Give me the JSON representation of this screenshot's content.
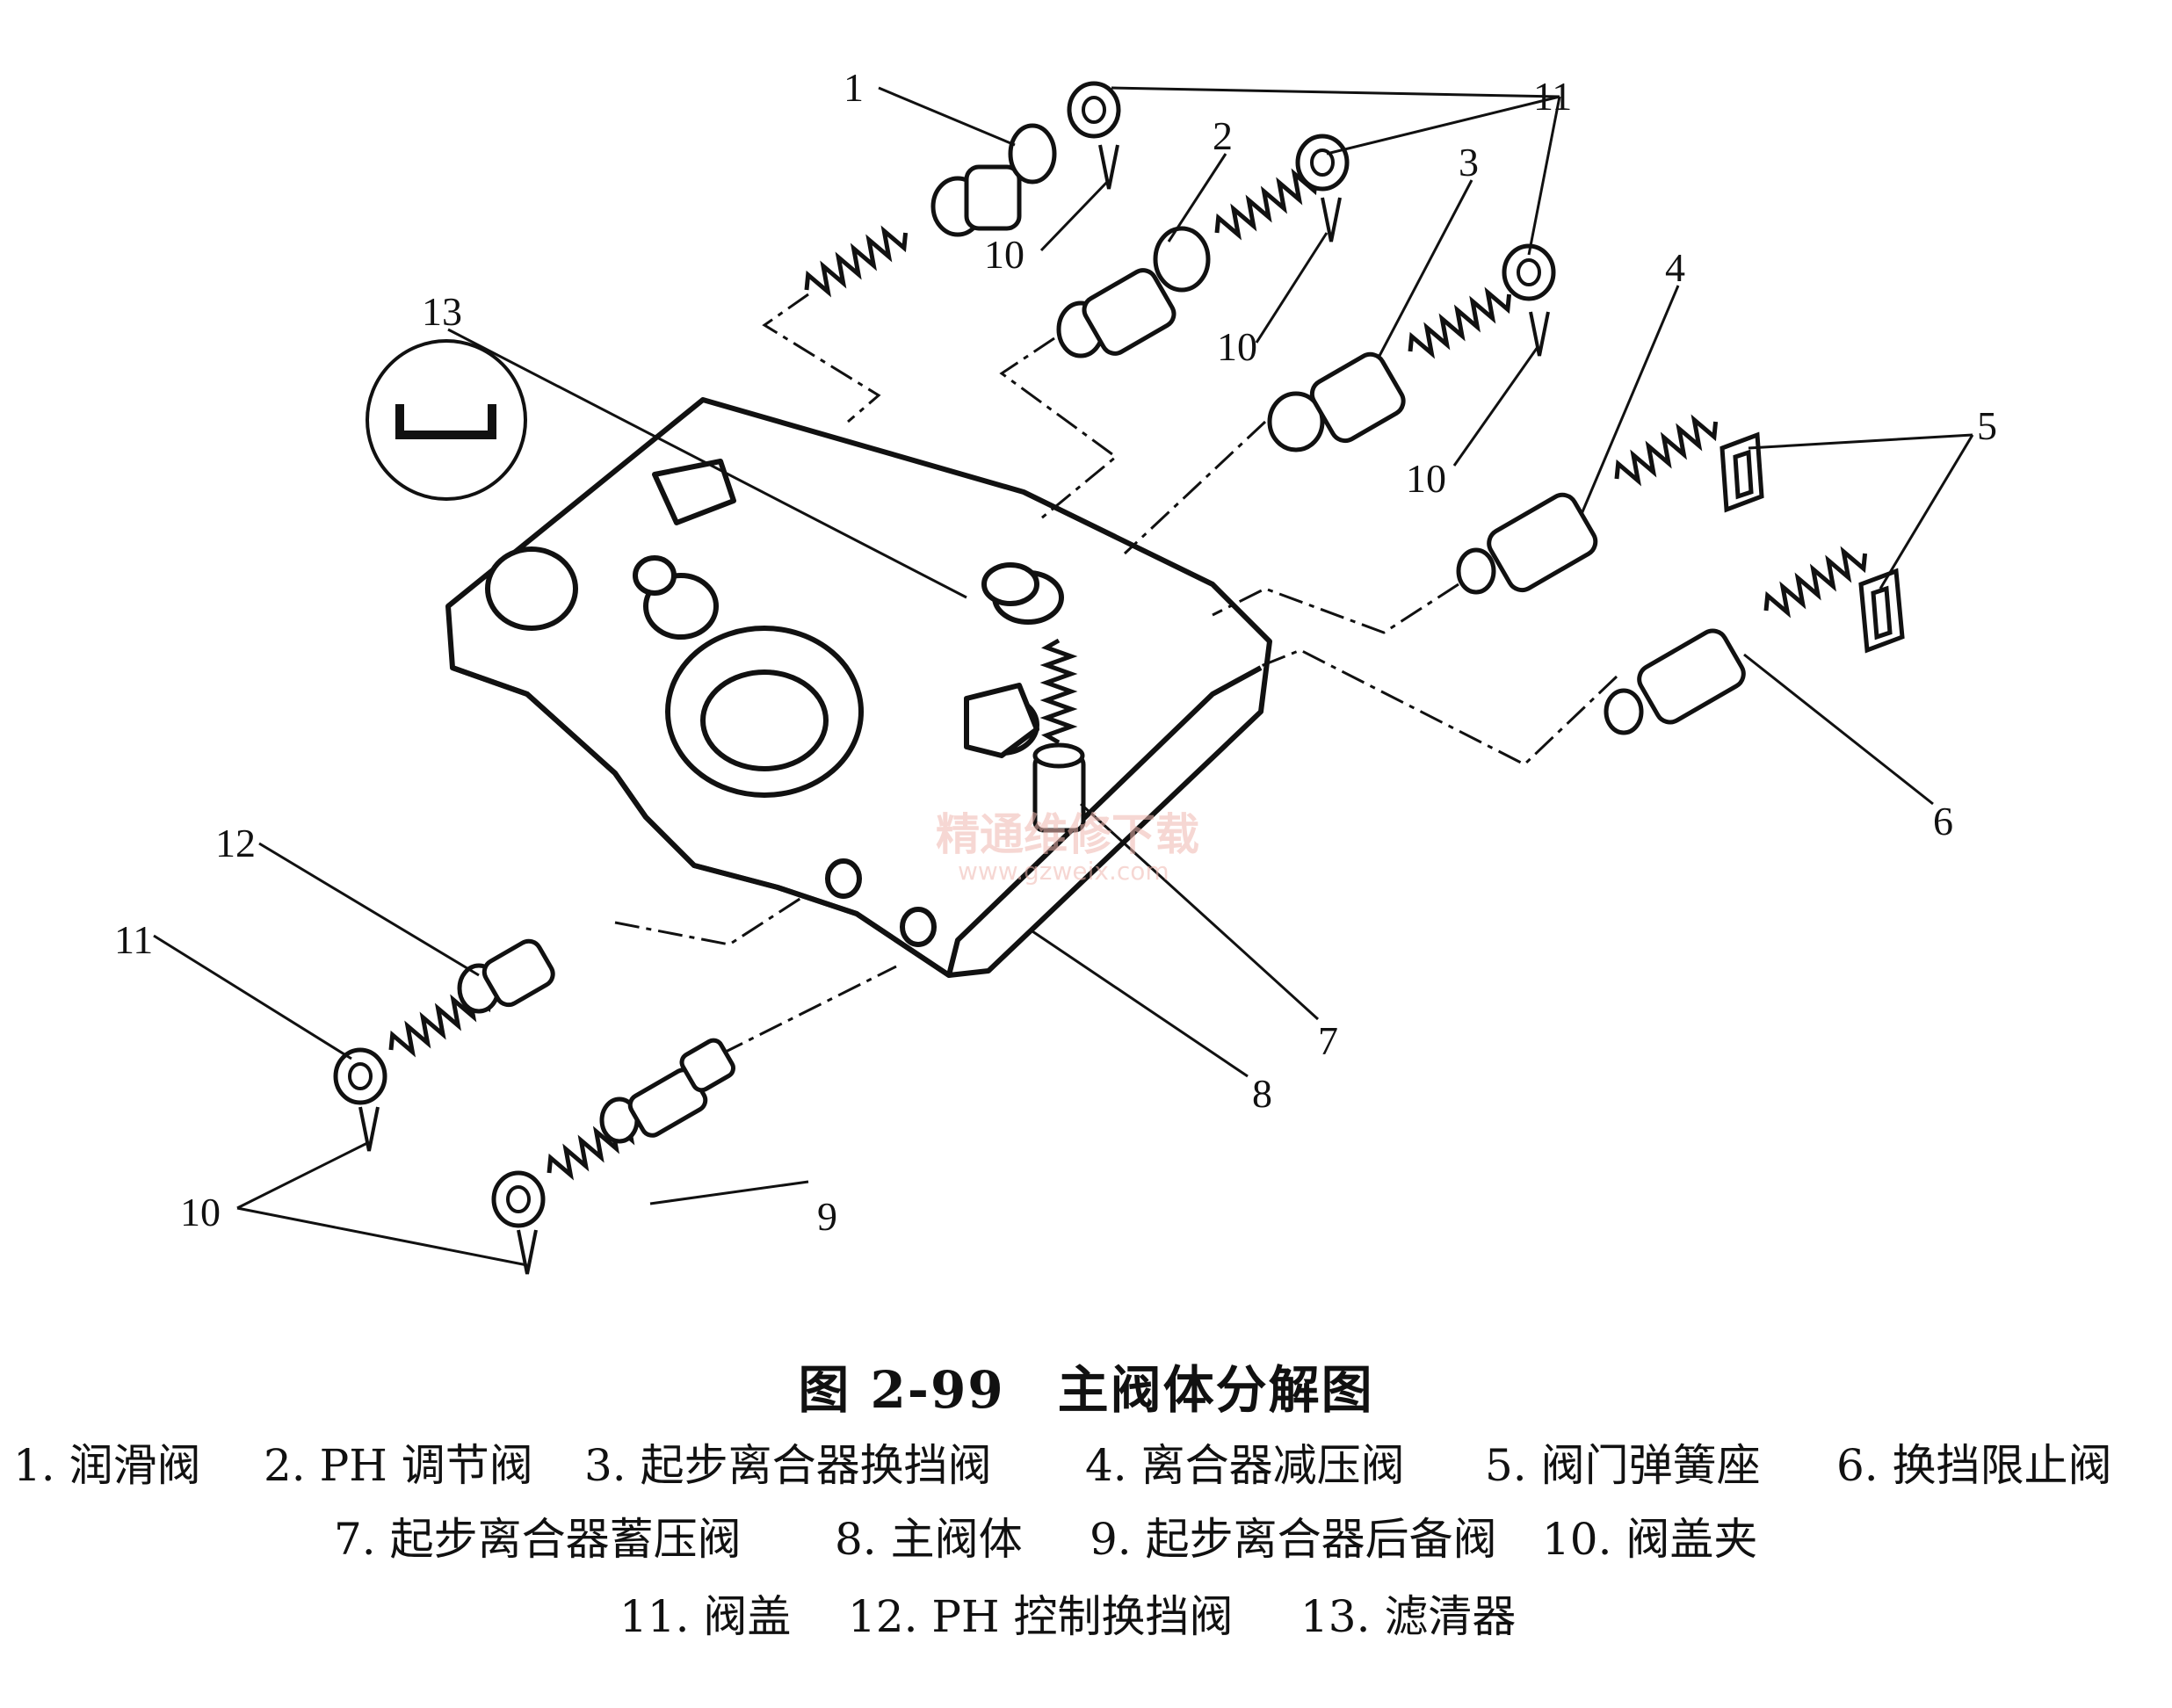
{
  "figure": {
    "caption": "图 2-99　主阀体分解图",
    "callouts": [
      "1",
      "2",
      "3",
      "4",
      "5",
      "6",
      "7",
      "8",
      "9",
      "10",
      "10",
      "10",
      "10",
      "11",
      "11",
      "12",
      "13"
    ],
    "watermark": "精通维修下载",
    "watermark_url": "www.gzweix.com"
  },
  "legend": {
    "row1": [
      "1. 润滑阀",
      "2. PH 调节阀",
      "3. 起步离合器换挡阀",
      "4. 离合器减压阀",
      "5. 阀门弹簧座",
      "6. 换挡限止阀"
    ],
    "row2": [
      "7. 起步离合器蓄压阀",
      "8. 主阀体",
      "9. 起步离合器后备阀",
      "10. 阀盖夹"
    ],
    "row3": [
      "11. 阀盖",
      "12. PH 控制换挡阀",
      "13. 滤清器"
    ]
  }
}
